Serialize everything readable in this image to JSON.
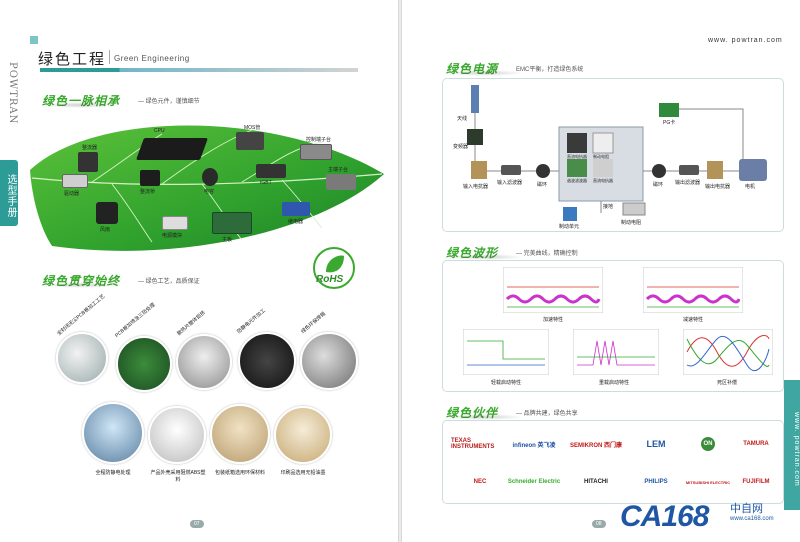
{
  "left_page": {
    "brand_vertical": "POWTRAN",
    "side_tab": "选型手册",
    "title": "绿色工程",
    "title_en": "Green Engineering",
    "section1": {
      "title": "绿色一脉相承",
      "desc": "— 绿色元件，谨慎细节",
      "labels": {
        "cpu": "CPU",
        "mos": "MOS管",
        "rectifier": "整流器",
        "ctrl": "控制端子台",
        "main_terminal": "主端子台",
        "power_module": "驱动器",
        "rectbridge": "整流桥",
        "capacitor": "电容",
        "igbt": "IGBT",
        "fan": "风扇",
        "heatsink": "电源模块",
        "board": "主板",
        "relay": "继电器"
      }
    },
    "rohs": "RoHS",
    "section2": {
      "title": "绿色贯穿始终",
      "desc": "— 绿色工艺，品质保证",
      "photo_labels": [
        "全封闭无尘PCB板加工工艺",
        "PCB板加喷涂三防处理",
        "散热片整体铝挤",
        "防静电元件加工",
        "绿色环保焊锡",
        "全程防静电处理",
        "产品外壳采用阻燃ABS塑料",
        "包装纸箱选用环保材料",
        "印刷品选用无铅油墨"
      ]
    },
    "page_number": "07"
  },
  "right_page": {
    "url": "www. powtran.com",
    "url_vertical": "www. powtran.com",
    "section1": {
      "title": "绿色电源",
      "desc": "EMC平衡，打造绿色系统",
      "diagram_labels": {
        "antenna": "天线",
        "module": "变频器",
        "pg": "PG卡",
        "motor": "电机",
        "in_breaker": "输入电抗器",
        "in_filter": "输入滤波器",
        "mag_ring1": "磁环",
        "mag_ring2": "磁环",
        "out_filter": "输出滤波器",
        "out_reactor": "输出电抗器",
        "brake_unit": "制动单元",
        "brake_res": "制动电阻",
        "ground": "接地",
        "box_a": "直流电抗器",
        "box_b": "制动电阻",
        "box_c": "谐波滤波器",
        "box_d": "直流电抗器"
      }
    },
    "section2": {
      "title": "绿色波形",
      "desc": "— 完美曲线，精确控制",
      "charts": [
        "加速特性",
        "减速特性",
        "轻载启动特性",
        "重载启动特性",
        "死区补偿"
      ]
    },
    "section3": {
      "title": "绿色伙伴",
      "desc": "— 品牌共建，绿色共享",
      "logos": [
        "TEXAS INSTRUMENTS",
        "infineon 英飞凌",
        "SEMIKRON 西门康",
        "LEM",
        "ON",
        "TAMURA",
        "NEC",
        "Schneider Electric",
        "HITACHI",
        "PHILIPS",
        "MITSUBISHI ELECTRIC",
        "FUJIFILM"
      ]
    },
    "page_number": "08"
  },
  "watermark": {
    "brand": "CA168",
    "cn": "中自网",
    "url": "www.ca168.com"
  },
  "colors": {
    "accent_teal": "#2d9b96",
    "leaf_green": "#3ba92f",
    "watermark_blue": "#1f57a5",
    "watermark_red": "#e53a2c"
  }
}
